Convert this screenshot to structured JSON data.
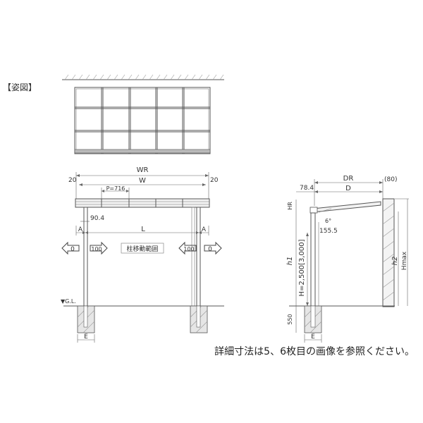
{
  "section_title": "【姿図】",
  "front": {
    "wr": "WR",
    "w": "W",
    "left_20": "20",
    "right_20": "20",
    "pitch": "P=716",
    "offset": "90.4",
    "a_left": "A",
    "a_right": "A",
    "l": "L",
    "range_label": "柱移動範囲",
    "arrow_left_outer": "0",
    "arrow_left_inner": "100",
    "arrow_right_inner": "100",
    "arrow_right_outer": "0",
    "gl": "▼G.L.",
    "e": "E"
  },
  "side": {
    "dr": "DR",
    "d": "D",
    "eighty": "(80)",
    "offset_784": "78.4",
    "hr": "HR",
    "angle": "6°",
    "v1555": "155.5",
    "h1": "h1",
    "h_label": "H=2,500[3,000]",
    "h2": "h2",
    "hmax": "Hmax",
    "depth_550": "550",
    "e": "E"
  },
  "footer_note": "詳細寸法は5、6枚目の画像を参照ください。"
}
